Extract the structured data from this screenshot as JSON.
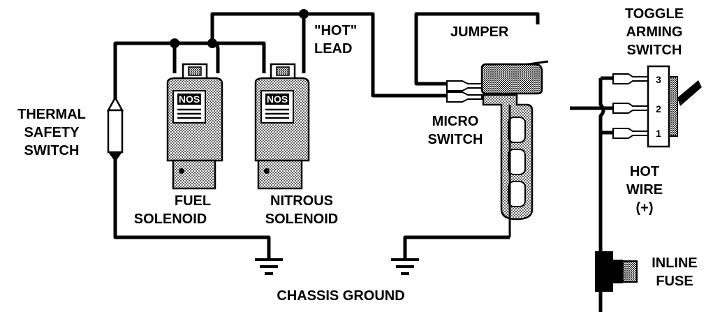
{
  "labels": {
    "hot_lead": [
      "\"HOT\"",
      "LEAD"
    ],
    "jumper": "JUMPER",
    "toggle": [
      "TOGGLE",
      "ARMING",
      "SWITCH"
    ],
    "thermal": [
      "THERMAL",
      "SAFETY",
      "SWITCH"
    ],
    "micro": [
      "MICRO",
      "SWITCH"
    ],
    "fuel": [
      "FUEL",
      "SOLENOID"
    ],
    "nitrous": [
      "NITROUS",
      "SOLENOID"
    ],
    "hot_wire": [
      "HOT",
      "WIRE",
      "(+)"
    ],
    "inline_fuse": [
      "INLINE",
      "FUSE"
    ],
    "chassis_ground": "CHASSIS GROUND",
    "toggle_terminals": [
      "3",
      "2",
      "1"
    ],
    "solenoid_brand": "NOS"
  }
}
